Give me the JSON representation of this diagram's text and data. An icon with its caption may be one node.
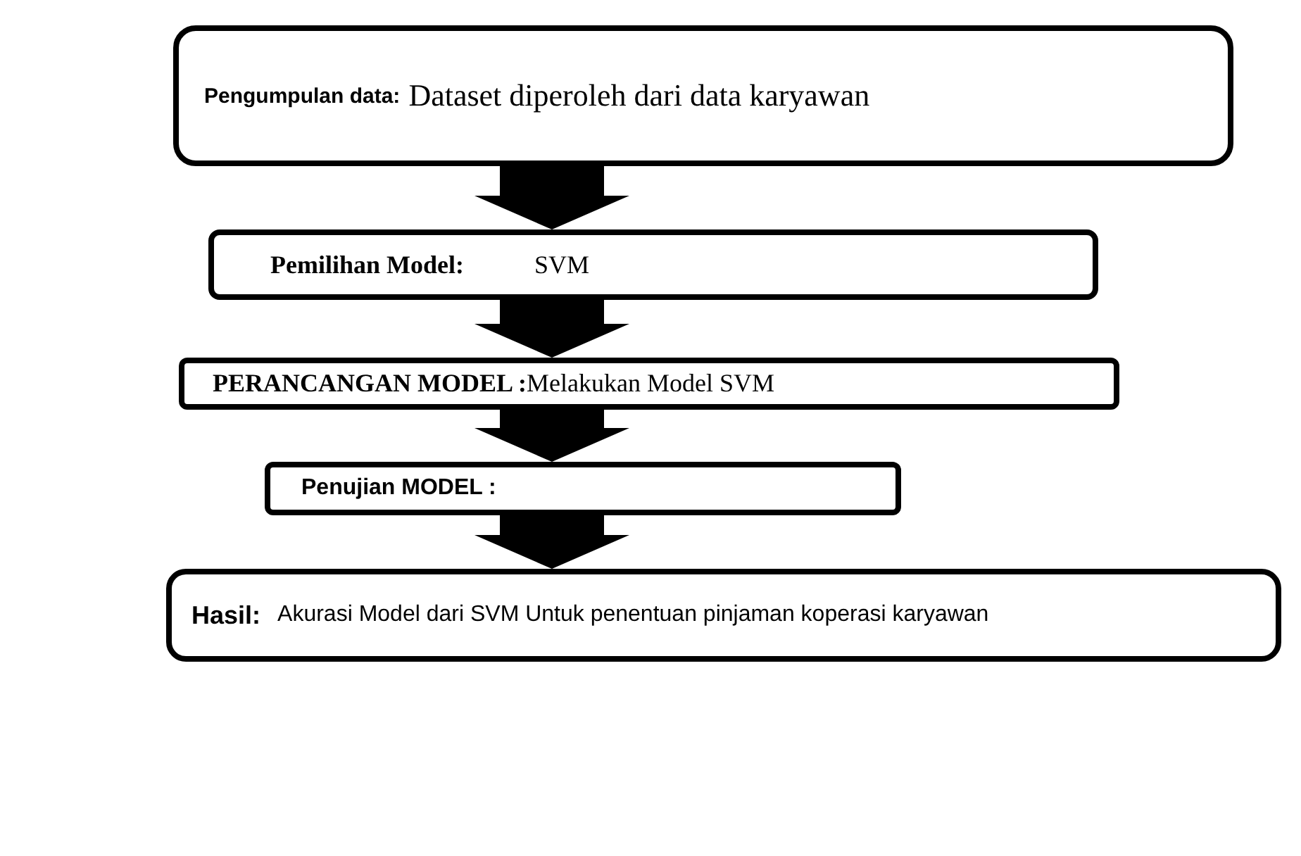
{
  "diagram": {
    "nodes": [
      {
        "text": [
          "Pengumpulan data:",
          "Dataset diperoleh dari data karyawan"
        ]
      },
      {
        "text": [
          "Pemilihan Model:",
          "SVM"
        ]
      },
      {
        "text": [
          "PERANCANGAN MODEL :",
          "Melakukan Model SVM"
        ]
      },
      {
        "text": [
          "Penujian MODEL :"
        ]
      },
      {
        "text": [
          "Hasil:",
          "Akurasi Model dari SVM Untuk penentuan pinjaman koperasi karyawan"
        ]
      }
    ],
    "edges": [
      {
        "from": 0,
        "to": 1,
        "arrow": "to"
      },
      {
        "from": 1,
        "to": 2,
        "arrow": "to"
      },
      {
        "from": 2,
        "to": 3,
        "arrow": "to"
      },
      {
        "from": 3,
        "to": 4,
        "arrow": "to"
      }
    ]
  }
}
